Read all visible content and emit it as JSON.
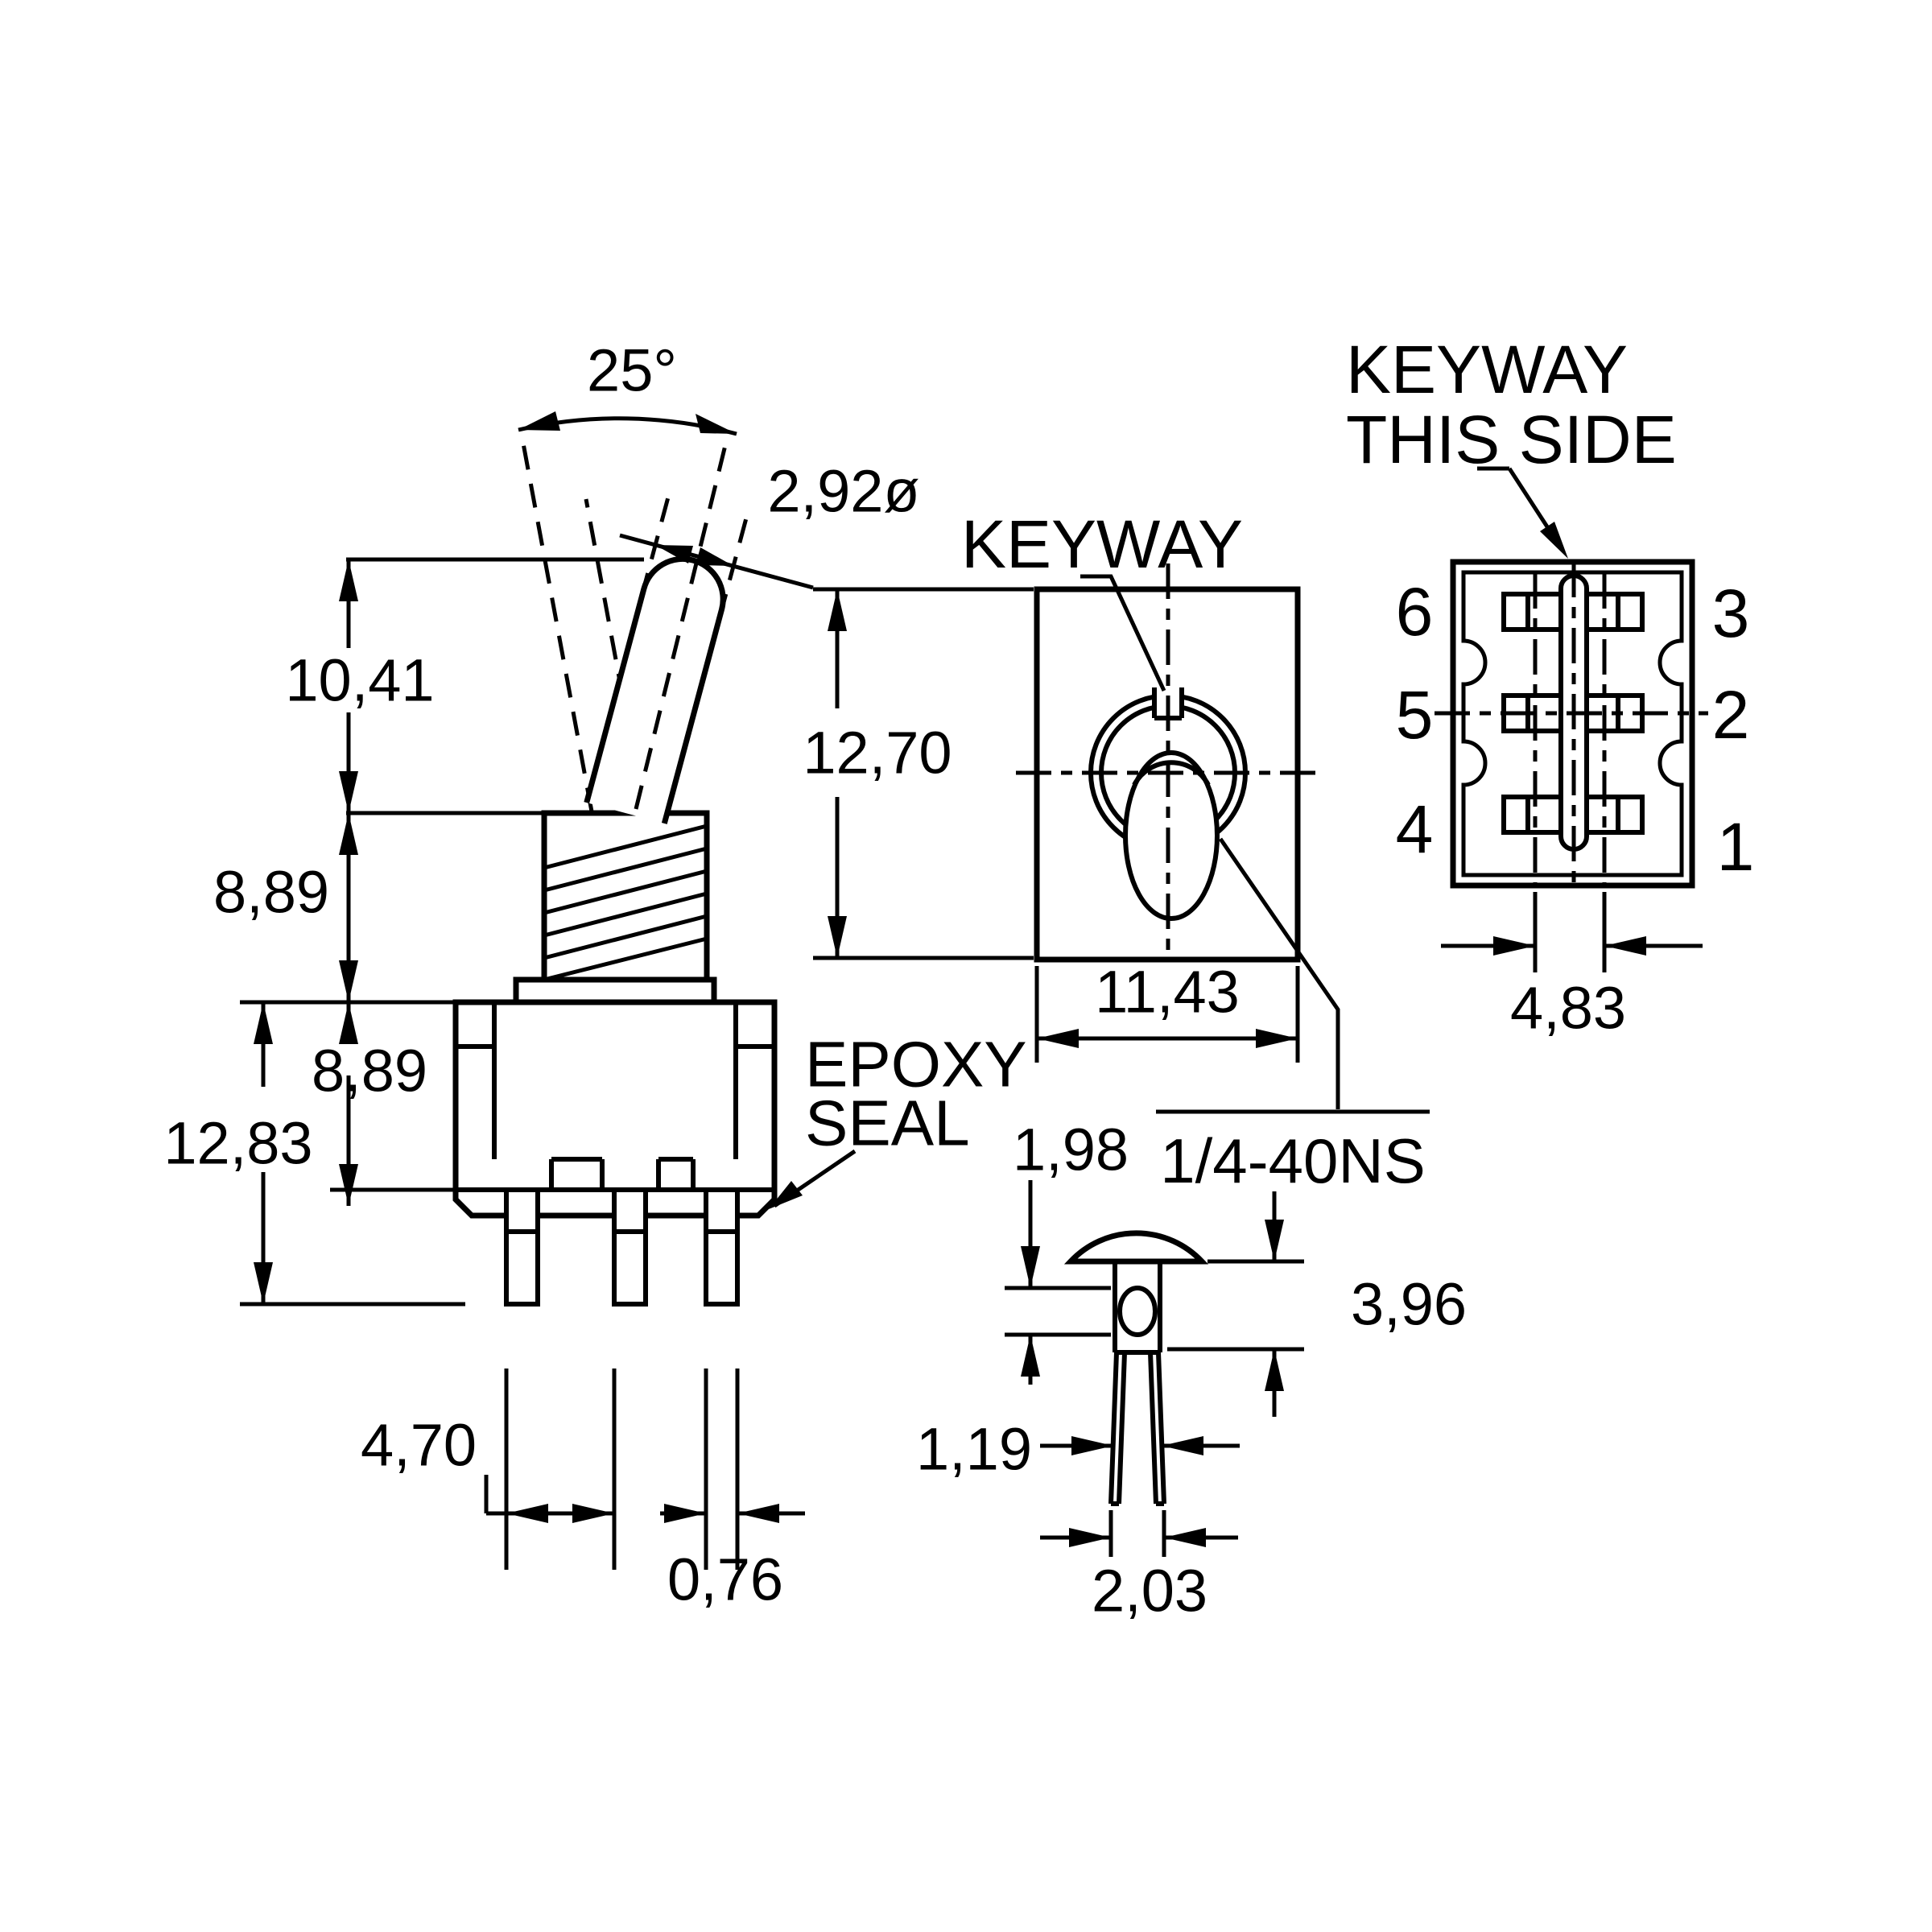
{
  "side_view": {
    "angle_label": "25°",
    "actuator_dia": "2,92ø",
    "actuator_height": "10,41",
    "bushing_height": "8,89",
    "body_upper_height": "8,89",
    "body_height": "12,83",
    "pin_pitch": "4,70",
    "pin_width": "0,76",
    "epoxy_line1": "EPOXY",
    "epoxy_line2": "SEAL"
  },
  "front_view": {
    "keyway_label": "KEYWAY",
    "cutout_height": "12,70",
    "cutout_width": "11,43",
    "bushing_thread": "1/4-40NS"
  },
  "terminal_view": {
    "note_line1": "KEYWAY",
    "note_line2": "THIS SIDE",
    "left_terminals": [
      "6",
      "5",
      "4"
    ],
    "right_terminals": [
      "3",
      "2",
      "1"
    ],
    "hole_spacing": "4,83"
  },
  "pin_detail": {
    "hole_length": "1,98",
    "crimp_length": "3,96",
    "pin_gap": "1,19",
    "pin_spread": "2,03"
  },
  "colors": {
    "ink": "#000000",
    "paper": "#ffffff"
  }
}
